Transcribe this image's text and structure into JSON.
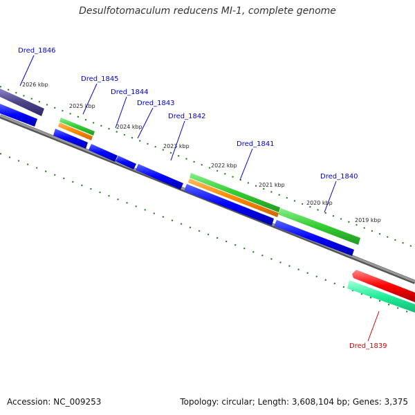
{
  "title": "Desulfotomaculum reducens MI-1, complete genome",
  "footer": {
    "accession": "Accession: NC_009253",
    "topology": "Topology: circular; Length: 3,608,104 bp; Genes: 3,375"
  },
  "kbp_ticks": [
    "2026 kbp",
    "2025 kbp",
    "2024 kbp",
    "2023 kbp",
    "2022 kbp",
    "2021 kbp",
    "2020 kbp",
    "2019 kbp"
  ],
  "gene_labels": [
    "Dred_1846",
    "Dred_1845",
    "Dred_1844",
    "Dred_1843",
    "Dred_1842",
    "Dred_1841",
    "Dred_1840",
    "Dred_1839"
  ],
  "colors": {
    "label_blue": "#0000cc",
    "label_red": "#dd0000",
    "cds_blue": "#0000ff",
    "gene_green": "#33cc33",
    "gene_orange": "#ff8800",
    "selected_purple": "#4a4388",
    "red_gene": "#ff0000",
    "teal_gene": "#22ee99",
    "backbone": "#888888",
    "tick_green": "#117711"
  }
}
